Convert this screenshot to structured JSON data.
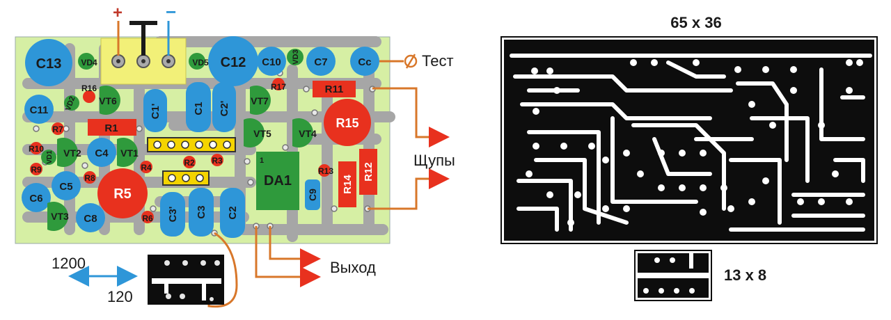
{
  "power": {
    "plus": "+",
    "minus": "−"
  },
  "components": {
    "c13": "C13",
    "vd4": "VD4",
    "vd5": "VD5",
    "c12": "C12",
    "c10": "C10",
    "vd3": "VD3",
    "c7": "C7",
    "cc": "Cc",
    "r16": "R16",
    "vd2": "VD2",
    "vt6": "VT6",
    "c11": "C11",
    "c1p": "C1'",
    "c1": "C1",
    "c2p": "C2'",
    "r17": "R17",
    "vt7": "VT7",
    "r11": "R11",
    "r15": "R15",
    "r7": "R7",
    "r1": "R1",
    "vt5": "VT5",
    "vt4": "VT4",
    "r10": "R10",
    "vt2": "VT2",
    "c4": "C4",
    "vt1": "VT1",
    "vd1": "VD1",
    "r9": "R9",
    "r4": "R4",
    "r2": "R2",
    "r3": "R3",
    "c5": "C5",
    "r8": "R8",
    "r5": "R5",
    "c6": "C6",
    "vt3": "VT3",
    "c8": "C8",
    "r6": "R6",
    "c3p": "C3'",
    "c3": "C3",
    "c2": "C2",
    "da1": "DA1",
    "da1_pin": "1",
    "c9": "C9",
    "r13": "R13",
    "r14": "R14",
    "r12": "R12"
  },
  "annotations": {
    "test": "Тест",
    "probes": "Щупы",
    "output": "Выход"
  },
  "switch": {
    "a": "1200",
    "b": "120"
  },
  "dimensions": {
    "main_board": "65 x 36",
    "small_board": "13 x 8"
  },
  "colors": {
    "board": "#d6efa4",
    "trace": "#a6a6a6",
    "capacitor": "#2e96d8",
    "resistor": "#e8311e",
    "transistor": "#2f9a3c",
    "diode": "#2f9a3c",
    "wire": "#d8772a",
    "arrow": "#e8311e",
    "connector": "#f2f078",
    "pin": "#f4d400",
    "pcb_black": "#0d0d0d"
  }
}
